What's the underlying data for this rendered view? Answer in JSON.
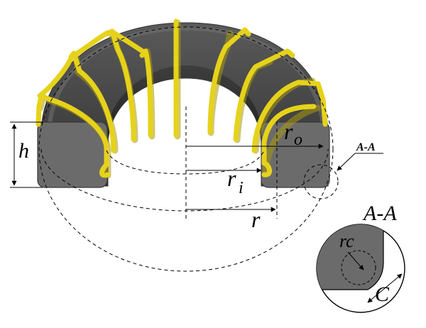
{
  "labels": {
    "h": "h",
    "ro_main": "r",
    "ro_sub": "o",
    "ri_main": "r",
    "ri_sub": "i",
    "r": "r",
    "section_callout": "A-A",
    "section_title": "A-A",
    "rc": "rc",
    "c": "C"
  },
  "colors": {
    "core_dark": "#4a4a4a",
    "core_face": "#666666",
    "core_edge": "#3a3a3a",
    "wire": "#e6d21a",
    "wire_shadow": "#a89a10",
    "line": "#000000"
  },
  "winding_turns": 9
}
